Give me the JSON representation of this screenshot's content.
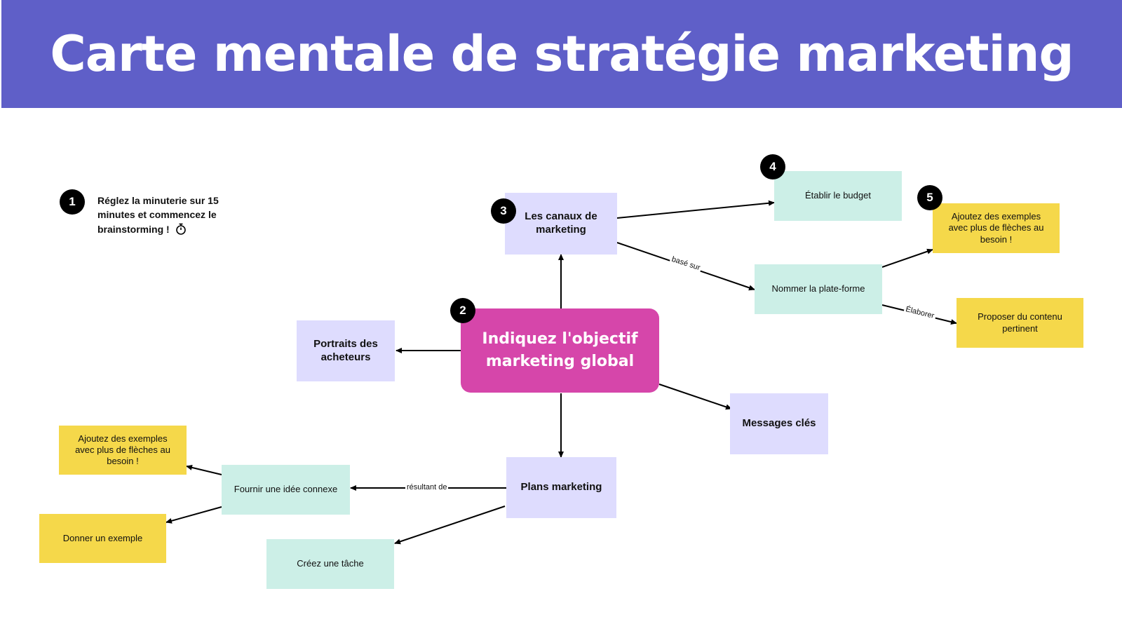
{
  "title": "Carte mentale de stratégie marketing",
  "instruction": {
    "step": "1",
    "text": "Réglez la minuterie sur 15 minutes et commencez le brainstorming !",
    "icon": "stopwatch-icon"
  },
  "central": {
    "step": "2",
    "label": "Indiquez l'objectif marketing global"
  },
  "nodes": {
    "canaux": {
      "step": "3",
      "label": "Les canaux de marketing"
    },
    "portraits": {
      "label": "Portraits des acheteurs"
    },
    "messages": {
      "label": "Messages clés"
    },
    "plans": {
      "label": "Plans marketing"
    },
    "budget": {
      "step": "4",
      "label": "Établir le budget"
    },
    "plateforme": {
      "label": "Nommer la plate-forme"
    },
    "exemples_right": {
      "step": "5",
      "label": "Ajoutez des exemples avec plus de flèches au besoin !"
    },
    "contenu": {
      "label": "Proposer du contenu pertinent"
    },
    "idee": {
      "label": "Fournir une idée connexe"
    },
    "exemples_left": {
      "label": "Ajoutez des exemples avec plus de flèches au besoin !"
    },
    "donner": {
      "label": "Donner un exemple"
    },
    "tache": {
      "label": "Créez une tâche"
    }
  },
  "edge_labels": {
    "base_sur": "basé sur",
    "elaborer": "Élaborer",
    "resultant_de": "résultant de"
  },
  "colors": {
    "header": "#5f5fc8",
    "central": "#d646aa",
    "purple_node": "#dedcfe",
    "mint_node": "#ccefe7",
    "yellow_node": "#f5d84a",
    "badge": "#000000"
  }
}
